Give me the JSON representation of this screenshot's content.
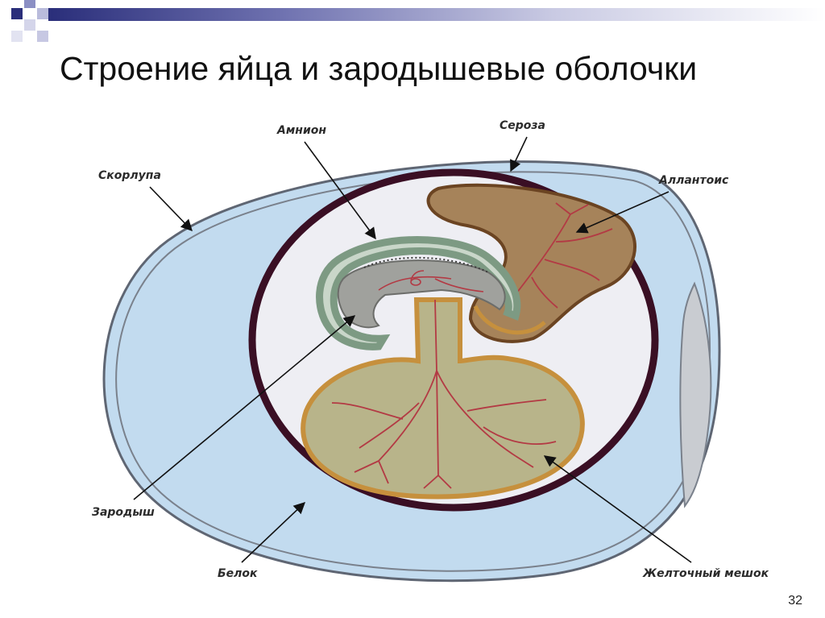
{
  "slide": {
    "title": "Строение яйца и зародышевые оболочки",
    "slide_number": "32"
  },
  "diagram": {
    "labels": {
      "shell": "Скорлупа",
      "amnion": "Амнион",
      "serosa": "Сероза",
      "allantois": "Аллантоис",
      "embryo": "Зародыш",
      "albumen": "Белок",
      "yolk_sac": "Желточный мешок"
    }
  },
  "colors": {
    "shell": "#c8ccd4",
    "albumen": "#c2dbef",
    "serosa": "#3a0f24",
    "cavity": "#eeeef3",
    "yolk": "#b8b48a",
    "allantois": "#a6835a",
    "amnion": "#7d9a83",
    "embryo": "#a0a19d",
    "vessels": "#b33a44",
    "template_accent": "#2a2e7a"
  }
}
